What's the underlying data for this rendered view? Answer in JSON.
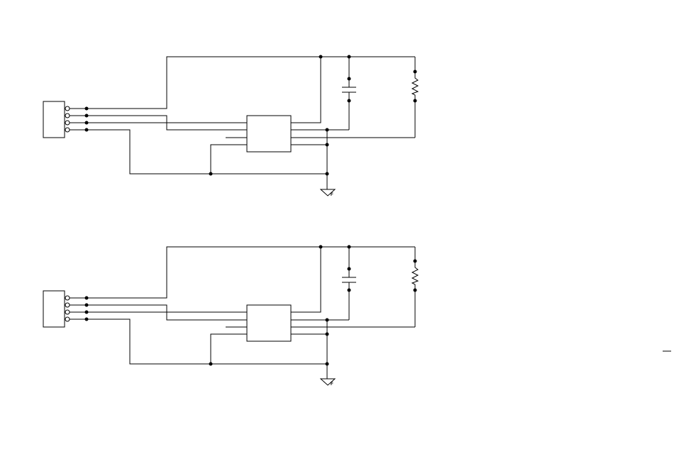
{
  "schematics": [
    {
      "id": "upper",
      "ground_label": "F"
    },
    {
      "id": "lower",
      "ground_label": "F"
    }
  ],
  "colors": {
    "wire": "#000000",
    "background": "#ffffff"
  },
  "icons": [
    "connector-icon",
    "ic-chip-icon",
    "capacitor-icon",
    "resistor-icon",
    "ground-icon"
  ]
}
